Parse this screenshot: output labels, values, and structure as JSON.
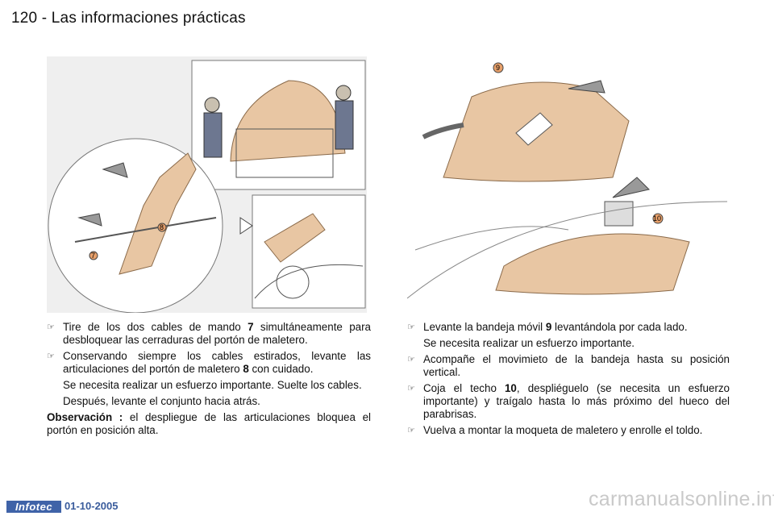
{
  "header": {
    "page_title": "120 - Las informaciones prácticas"
  },
  "illustrations": {
    "left_callouts": [
      "7",
      "8"
    ],
    "right_callouts": [
      "9",
      "10"
    ]
  },
  "left_column": {
    "item1": {
      "part1": "Tire de los dos cables de mando ",
      "bold": "7",
      "part2": " simultáneamente para desbloquear las cerraduras del portón de maletero."
    },
    "item2": {
      "part1": "Conservando siempre los cables estirados, levante las articulaciones del portón de maletero ",
      "bold": "8",
      "part2": " con cuidado."
    },
    "para1": "Se necesita realizar un esfuerzo importante. Suelte los cables.",
    "para2": "Después, levante el conjunto hacia atrás.",
    "note_label": "Observación :",
    "note_text": " el despliegue de las articulaciones bloquea el portón en posición alta."
  },
  "right_column": {
    "item1": {
      "part1": "Levante la bandeja móvil ",
      "bold": "9",
      "part2": " levantándola por cada lado."
    },
    "para1": "Se necesita realizar un esfuerzo importante.",
    "item2": "Acompañe el movimieto de la bandeja hasta su posición vertical.",
    "item3": {
      "part1": "Coja el techo ",
      "bold": "10",
      "part2": ", despliéguelo (se necesita un esfuerzo importante) y traígalo hasta lo más próximo del hueco del parabrisas."
    },
    "item4": "Vuelva a montar la moqueta de maletero y enrolle el toldo."
  },
  "bullet_glyph": "☞",
  "footer": {
    "logo_text": "Infotec",
    "date": "01-10-2005",
    "watermark": "carmanualsonline.info"
  },
  "colors": {
    "panel": "#e8c6a3",
    "logo_bg": "#3f63a8",
    "illustration_bg": "#efefef"
  }
}
